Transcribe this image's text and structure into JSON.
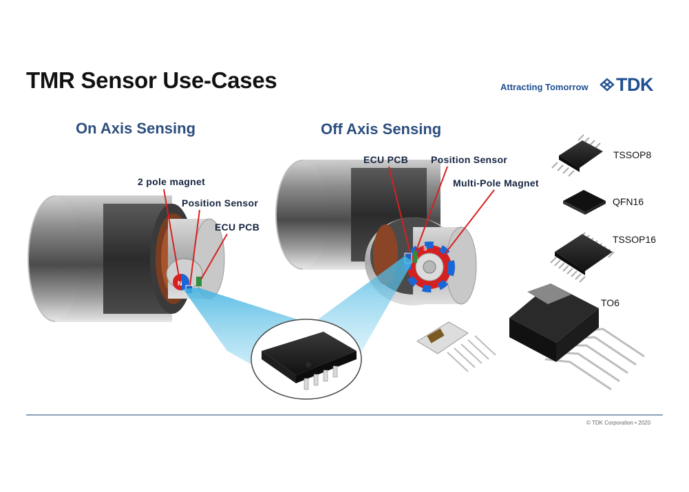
{
  "slide": {
    "title": "TMR Sensor Use-Cases",
    "tagline": "Attracting Tomorrow",
    "logo_text": "TDK",
    "copyright": "© TDK Corporation • 2020"
  },
  "sections": {
    "on_axis": {
      "heading": "On Axis Sensing",
      "callouts": [
        "2 pole magnet",
        "Position Sensor",
        "ECU PCB"
      ]
    },
    "off_axis": {
      "heading": "Off Axis Sensing",
      "callouts": [
        "ECU PCB",
        "Position Sensor",
        "Multi-Pole Magnet"
      ]
    }
  },
  "magnet": {
    "north_label": "N",
    "south_label": "S"
  },
  "packages": [
    "TSSOP8",
    "QFN16",
    "TSSOP16",
    "TO6"
  ],
  "colors": {
    "brand_blue": "#1d4f91",
    "heading_blue": "#2c4e7e",
    "callout_red": "#d62020",
    "beam_blue": "#3fb2e0"
  }
}
